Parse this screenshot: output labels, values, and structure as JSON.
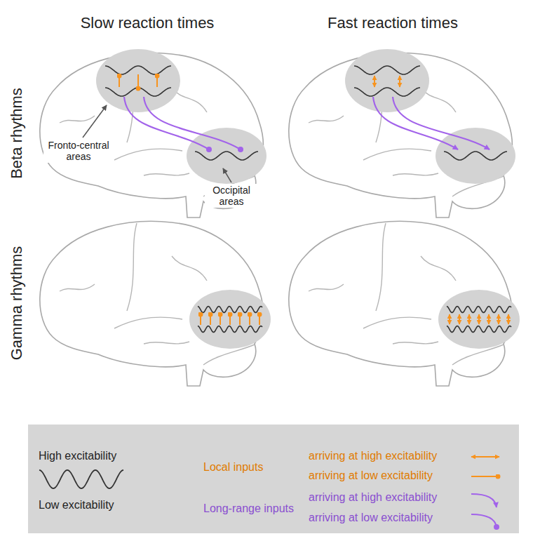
{
  "diagram": {
    "labels": [
      "Slow reaction times",
      "Fast reaction times",
      "Beta rhythms",
      "Gamma rhythms",
      "Fronto-central areas",
      "Occipital areas",
      "High excitability",
      "Low excitability",
      "Local inputs",
      "Long-range inputs"
    ],
    "legend": [
      {
        "text": "arriving at high excitability"
      },
      {
        "text": "arriving at low excitability"
      },
      {
        "text": "arriving at high excitability"
      },
      {
        "text": "arriving at low excitability"
      }
    ]
  }
}
